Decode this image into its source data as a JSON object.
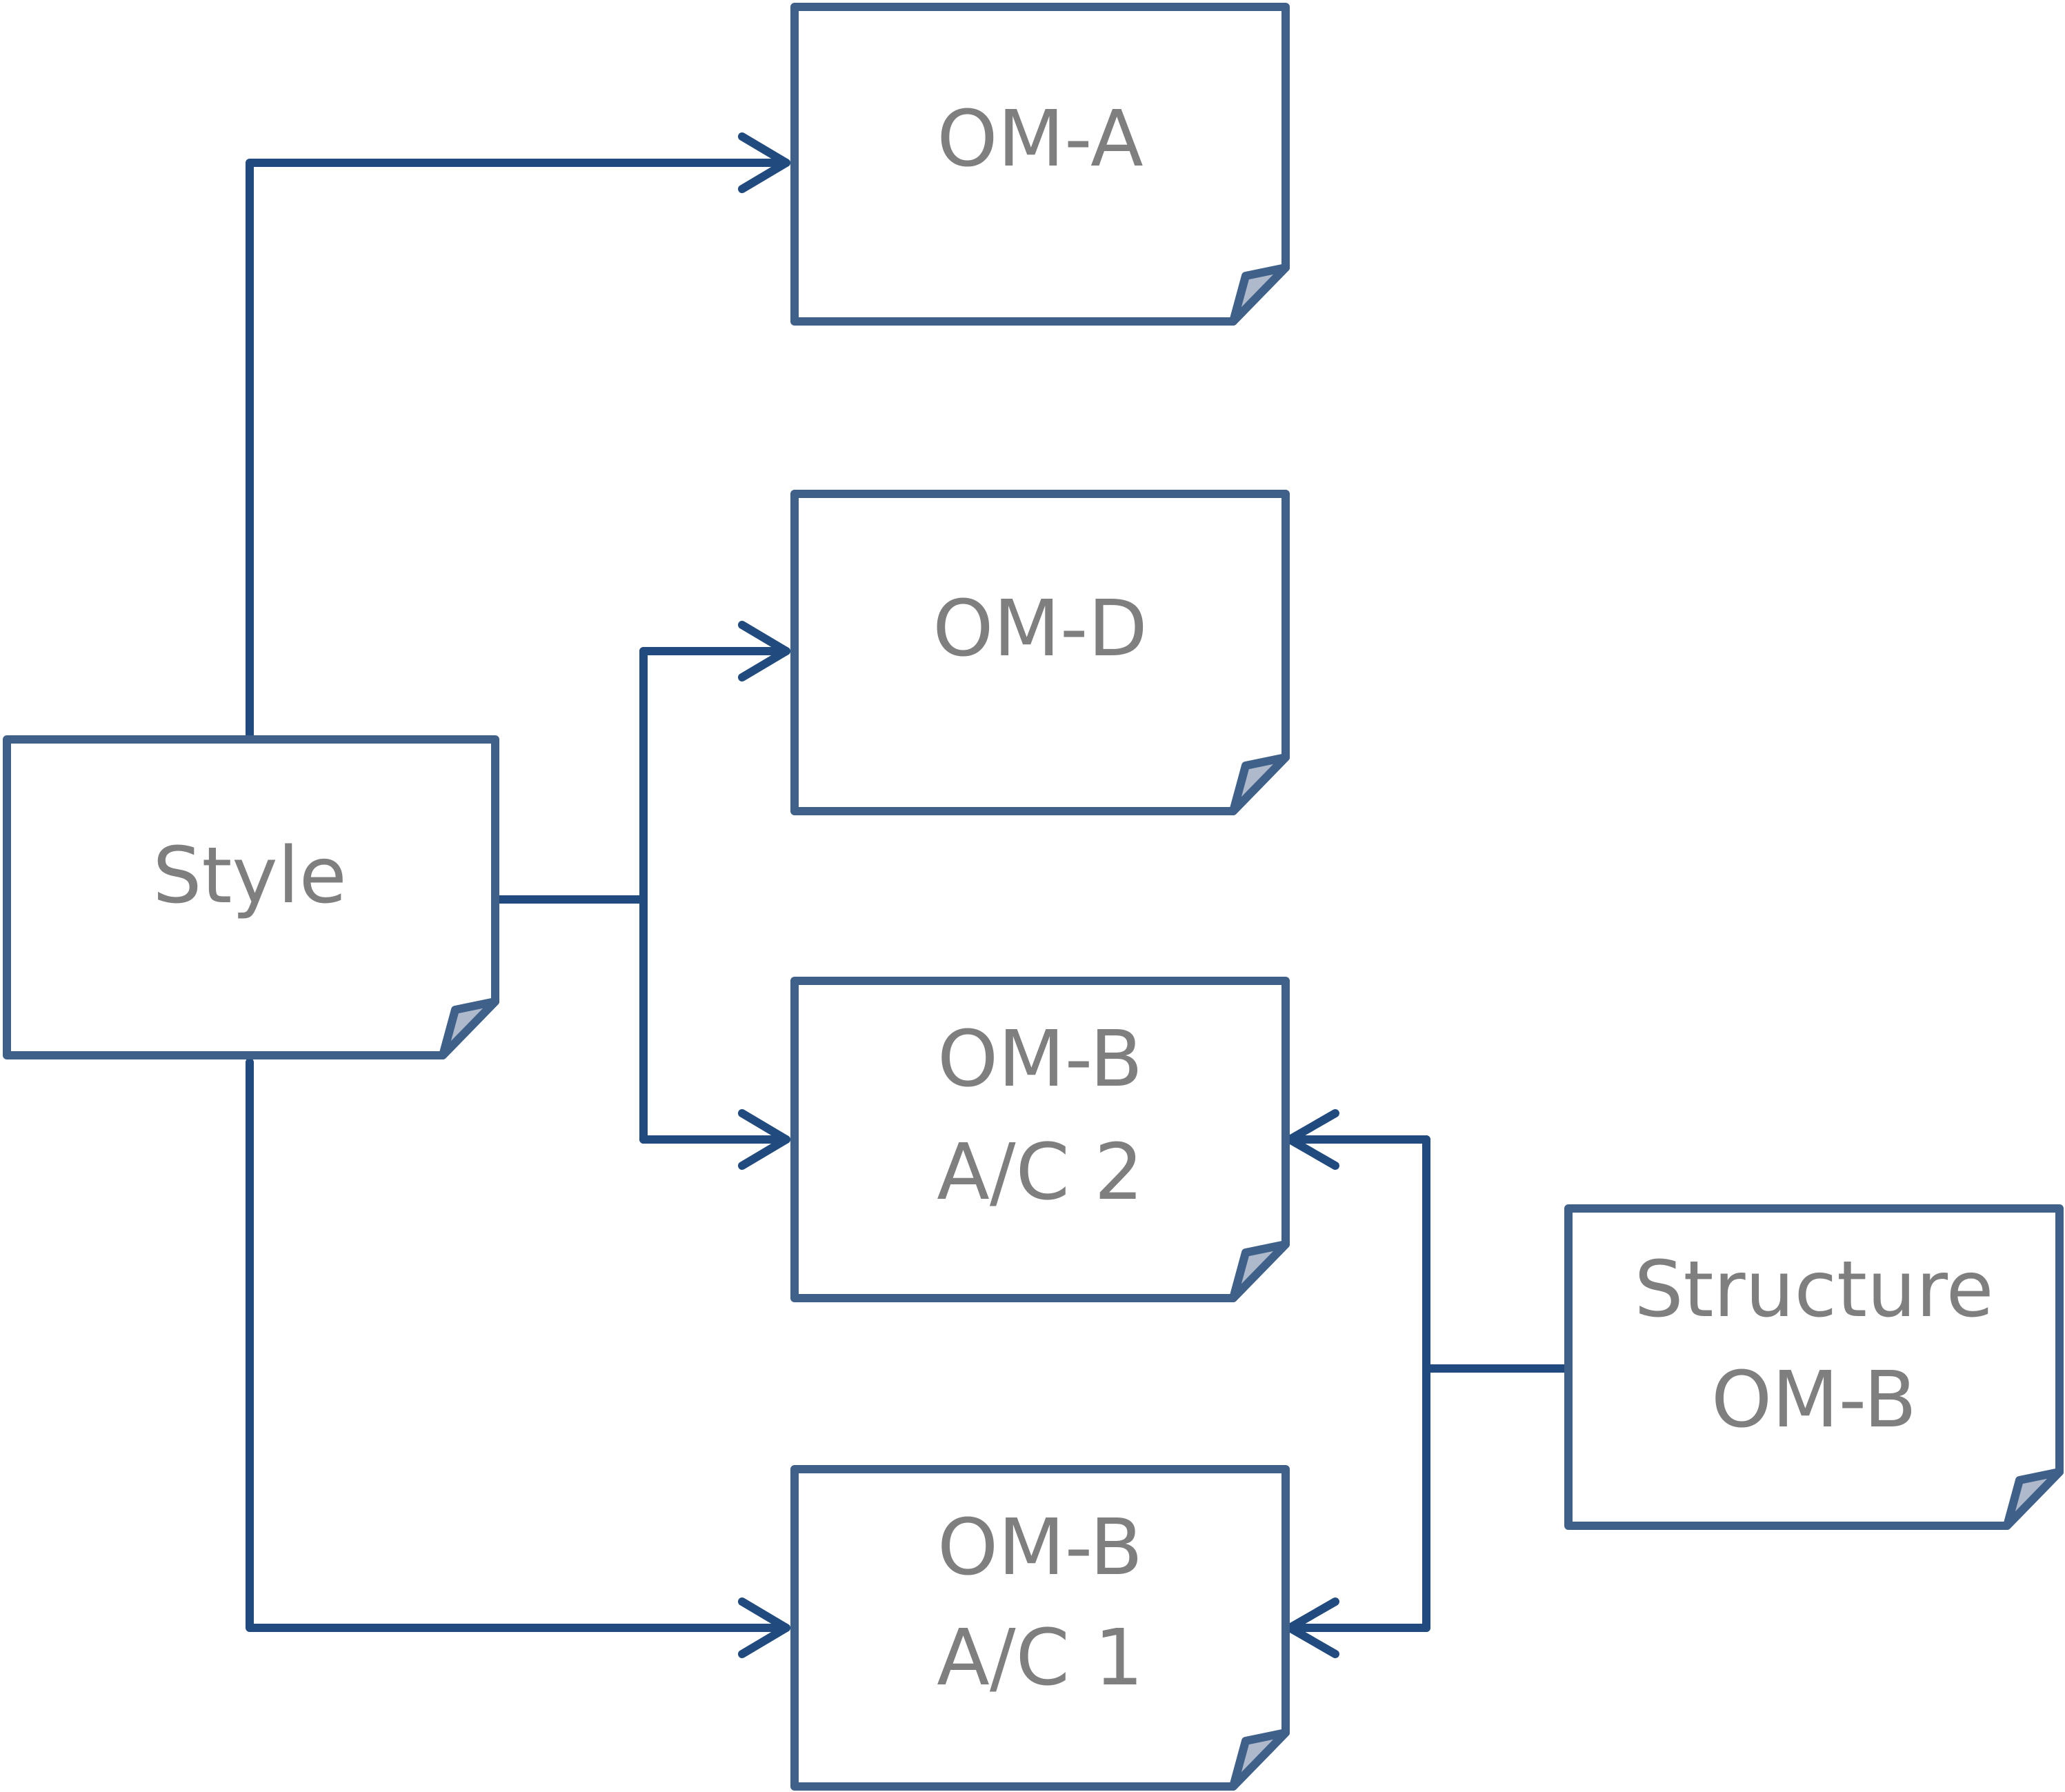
{
  "diagram": {
    "nodes": {
      "style": {
        "lines": [
          "Style"
        ]
      },
      "om_a": {
        "lines": [
          "OM-A"
        ]
      },
      "om_d": {
        "lines": [
          "OM-D"
        ]
      },
      "om_b_ac2": {
        "lines": [
          "OM-B",
          "A/C 2"
        ]
      },
      "om_b_ac1": {
        "lines": [
          "OM-B",
          "A/C 1"
        ]
      },
      "structure_om_b": {
        "lines": [
          "Structure",
          "OM-B"
        ]
      }
    },
    "edges": [
      {
        "from": "style",
        "to": "om_a"
      },
      {
        "from": "style",
        "to": "om_d"
      },
      {
        "from": "style",
        "to": "om_b_ac2"
      },
      {
        "from": "style",
        "to": "om_b_ac1"
      },
      {
        "from": "structure_om_b",
        "to": "om_b_ac2"
      },
      {
        "from": "structure_om_b",
        "to": "om_b_ac1"
      }
    ],
    "colors": {
      "connector": "#214b7f",
      "box_border": "#3f6089",
      "corner_fold": "#aeb9cc",
      "label_text": "#7f7f7f"
    }
  }
}
